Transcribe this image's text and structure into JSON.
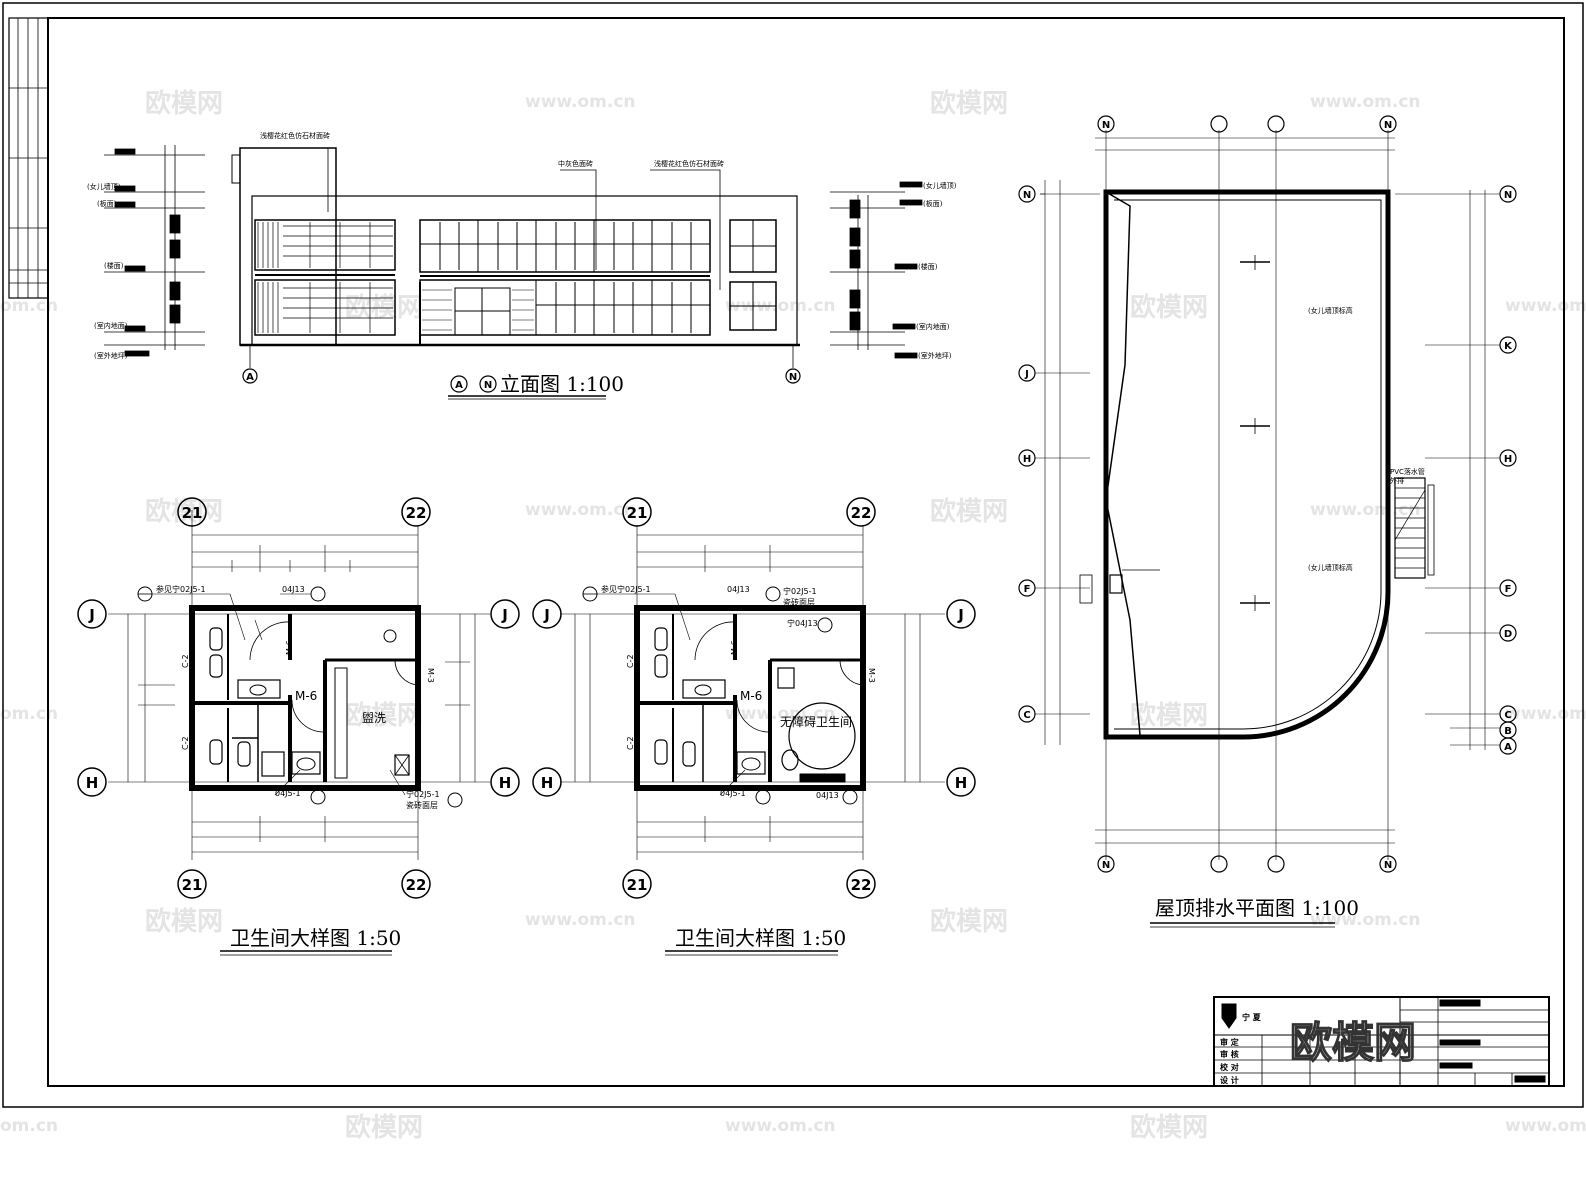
{
  "titles": {
    "elevation": "立面图 1:100",
    "elevation_axis_a": "A",
    "elevation_axis_n": "N",
    "toilet_1": "卫生间大样图  1:50",
    "toilet_2": "卫生间大样图  1:50",
    "roof": "屋顶排水平面图 1:100"
  },
  "elevation": {
    "material_1": "浅樱花红色仿石材面砖",
    "material_2": "中灰色面砖",
    "material_3": "浅樱花红色仿石材面砖",
    "left_levels": [
      "(女儿墙顶)",
      "(板面)",
      "(楼面)",
      "(室内地面)",
      "(室外地坪)"
    ],
    "right_levels": [
      "(女儿墙顶)",
      "(板面)",
      "(楼面)",
      "(室内地面)",
      "(室外地坪)"
    ]
  },
  "toilet_1": {
    "ref_top": "参见宁02J5-1",
    "ref_mid": "04J13",
    "door_m6": "M-6",
    "door_m3": "M-3",
    "window_c2a": "C-2",
    "window_c2b": "C-2",
    "room_wash": "盥洗",
    "ref_bottom_left": "04J5-1",
    "ref_bottom_right": "宁02J5-1",
    "tile_layer": "瓷砖面层"
  },
  "toilet_2": {
    "ref_top": "参见宁02J5-1",
    "ref_mid": "04J13",
    "ref_tile": "宁02J5-1",
    "tile_layer": "瓷砖面层",
    "ref_q": "宁04J13",
    "door_m6": "M-6",
    "door_m3": "M-3",
    "window_c2a": "C-2",
    "window_c2b": "C-2",
    "room_accessible": "无障碍卫生间",
    "ref_bottom_left": "04J5-1",
    "ref_bottom_right": "04J13"
  },
  "roof": {
    "note_parapet_1": "(女儿墙顶标高",
    "note_parapet_2": "(女儿墙顶标高",
    "note_pipe": "PVC落水管",
    "note_pipe_2": "外排"
  },
  "grid_axes": {
    "t_21": "21",
    "t_22": "22",
    "t_j": "J",
    "t_h": "H",
    "r_n": "N",
    "r_j": "J",
    "r_h": "H",
    "r_f": "F",
    "r_c": "C",
    "r_k": "K",
    "r_d": "D",
    "r_b": "B",
    "r_a": "A"
  },
  "title_block": {
    "company": "宁 夏",
    "role_1": "审 定",
    "role_2": "审 核",
    "role_3": "校 对",
    "role_4": "设 计"
  },
  "watermarks": {
    "brand": "欧模网",
    "url": "www.om.cn",
    "url_short": "om.cn"
  }
}
